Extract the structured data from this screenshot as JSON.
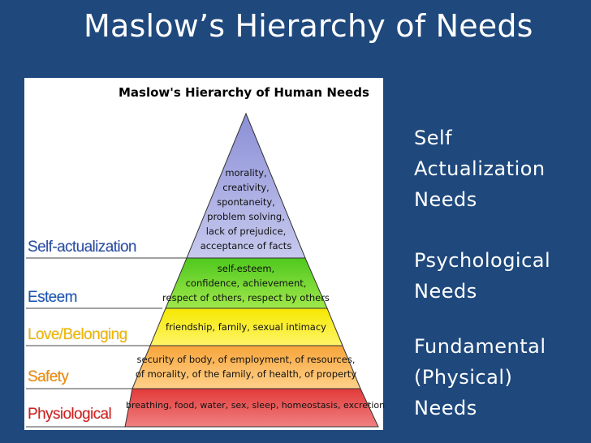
{
  "slide": {
    "title": "Maslow’s Hierarchy of Needs"
  },
  "figure": {
    "title": "Maslow's Hierarchy of Human Needs",
    "levels": [
      {
        "name": "Self-actualization",
        "color": "#2a4fa8",
        "fill_top": "#8b8fd6",
        "fill_bottom": "#c7c9ee",
        "lines": [
          "morality,",
          "creativity,",
          "spontaneity,",
          "problem solving,",
          "lack of prejudice,",
          "acceptance of facts"
        ]
      },
      {
        "name": "Esteem",
        "color": "#1a55b5",
        "fill_top": "#4fc81e",
        "fill_bottom": "#9fe84a",
        "lines": [
          "self-esteem,",
          "confidence, achievement,",
          "respect of others, respect by others"
        ]
      },
      {
        "name": "Love/Belonging",
        "color": "#f0b800",
        "fill_top": "#f5e800",
        "fill_bottom": "#fff56a",
        "lines": [
          "friendship, family, sexual intimacy"
        ]
      },
      {
        "name": "Safety",
        "color": "#f08a00",
        "fill_top": "#f7a53a",
        "fill_bottom": "#ffd08a",
        "lines": [
          "security of body, of employment, of resources,",
          "of morality, of the family, of health, of property"
        ]
      },
      {
        "name": "Physiological",
        "color": "#d42020",
        "fill_top": "#e33a3a",
        "fill_bottom": "#f08080",
        "lines": [
          "breathing, food, water, sex, sleep, homeostasis, excretion"
        ]
      }
    ]
  },
  "groups": [
    {
      "lines": [
        "Self",
        "Actualization",
        "Needs"
      ]
    },
    {
      "lines": [
        "Psychological",
        "Needs"
      ]
    },
    {
      "lines": [
        "Fundamental",
        "(Physical)",
        "Needs"
      ]
    }
  ]
}
